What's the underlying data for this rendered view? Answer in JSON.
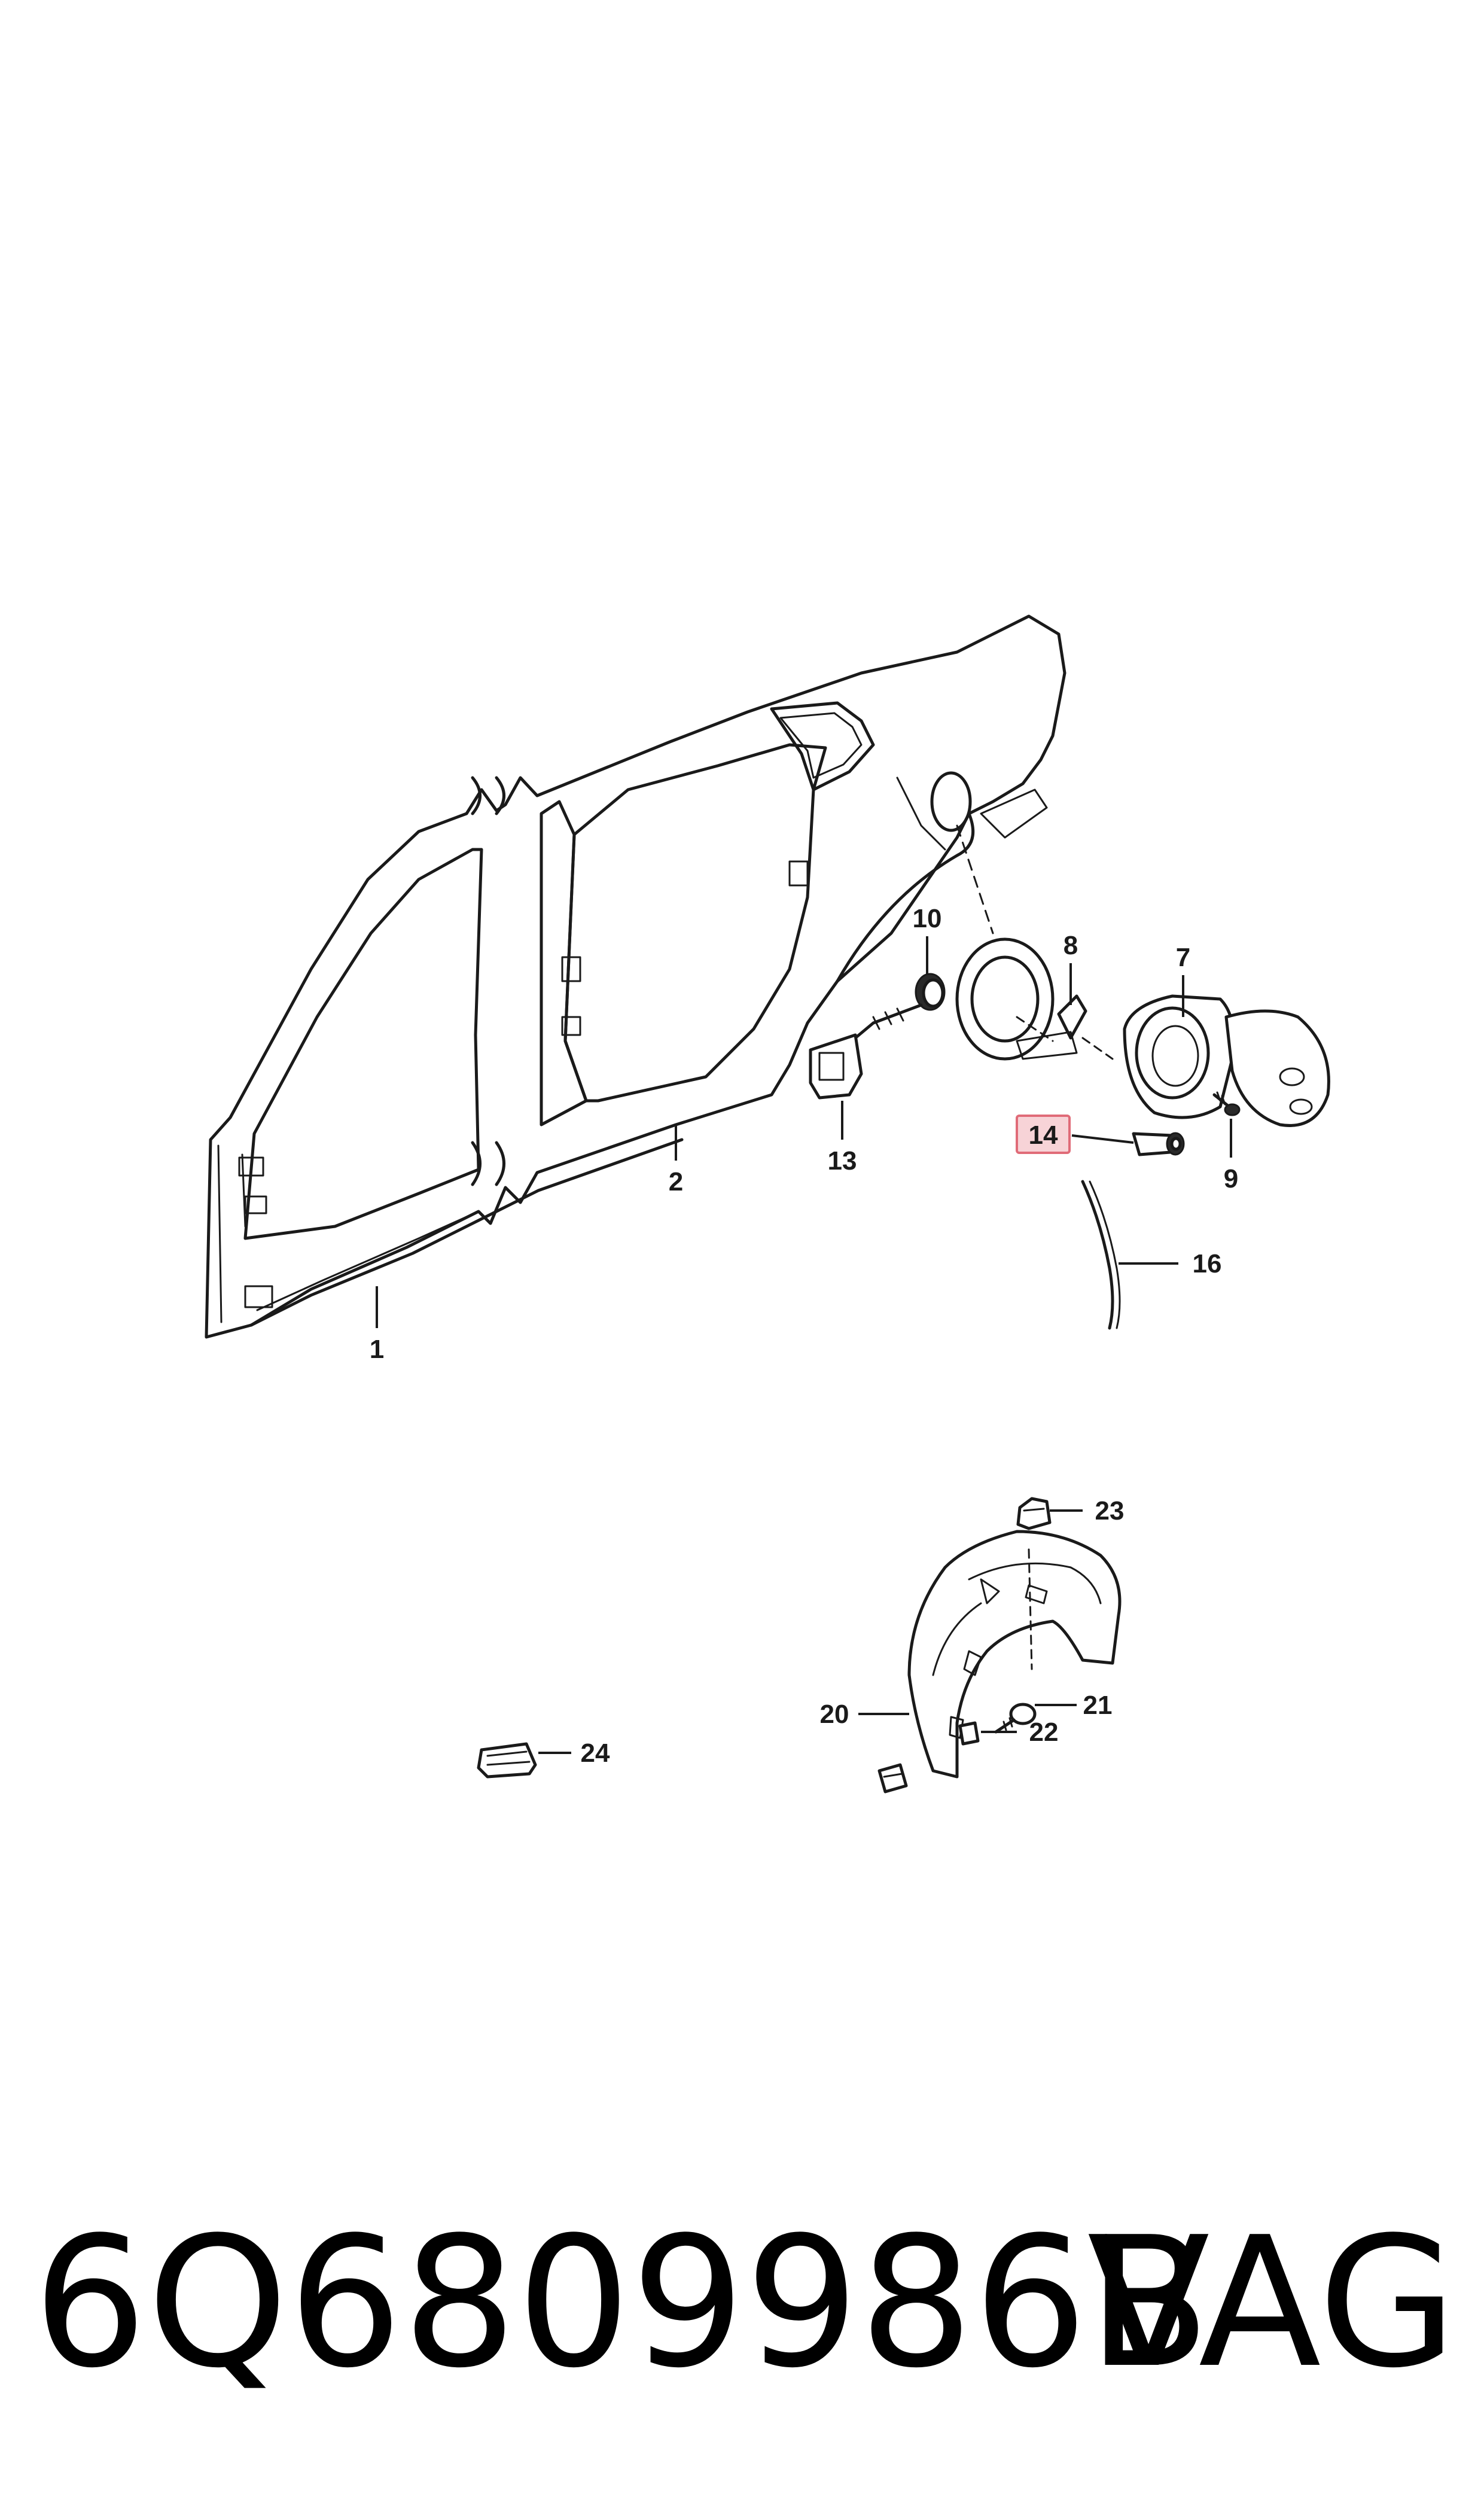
{
  "diagram": {
    "callouts": [
      "1",
      "2",
      "7",
      "8",
      "9",
      "10",
      "13",
      "14",
      "16",
      "20",
      "21",
      "22",
      "23",
      "24"
    ],
    "highlighted_callout": "14",
    "highlight_color": "#f7d3d7",
    "highlight_border_color": "#e06b78",
    "line_color": "#1a1a1a"
  },
  "footer": {
    "part_number": "6Q6809986B",
    "brand": "VAG"
  }
}
